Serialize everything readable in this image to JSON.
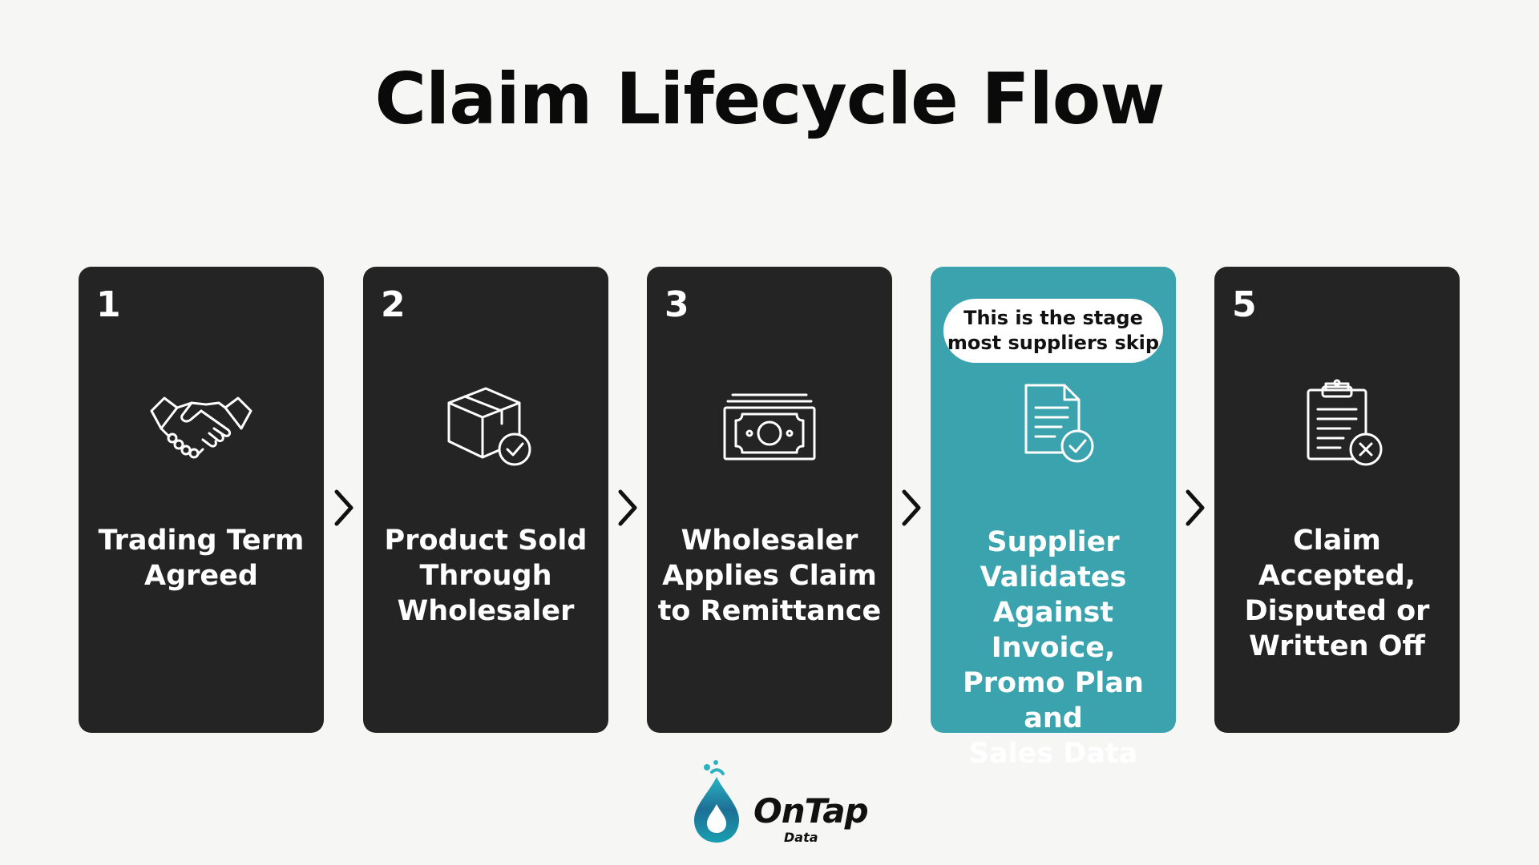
{
  "title": "Claim Lifecycle Flow",
  "steps": [
    {
      "number": "1",
      "label": "Trading Term\nAgreed",
      "icon": "handshake-icon"
    },
    {
      "number": "2",
      "label": "Product Sold\nThrough\nWholesaler",
      "icon": "box-check-icon"
    },
    {
      "number": "3",
      "label": "Wholesaler\nApplies Claim\nto Remittance",
      "icon": "banknote-icon"
    },
    {
      "number": "",
      "label": "Supplier\nValidates\nAgainst Invoice,\nPromo Plan and\nSales Data",
      "icon": "document-check-icon",
      "callout": "This is the stage\nmost suppliers skip",
      "highlight": true
    },
    {
      "number": "5",
      "label": "Claim\nAccepted,\nDisputed or\nWritten Off",
      "icon": "clipboard-x-icon"
    }
  ],
  "logo": {
    "name": "OnTap",
    "sub": "Data"
  },
  "colors": {
    "background": "#f6f6f5",
    "card": "#242424",
    "highlight": "#3aa3ad",
    "text_dark": "#0a0a0a"
  }
}
